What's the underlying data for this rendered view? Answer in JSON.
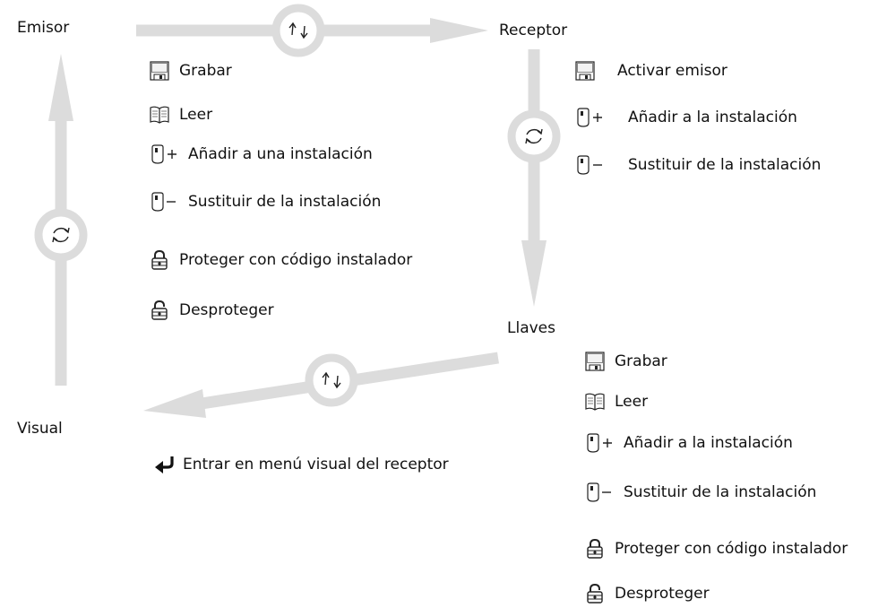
{
  "nodes": {
    "emisor": "Emisor",
    "receptor": "Receptor",
    "llaves": "Llaves",
    "visual": "Visual"
  },
  "emisor_menu": [
    {
      "icon": "floppy-disk-icon",
      "label": "Grabar"
    },
    {
      "icon": "book-icon",
      "label": "Leer"
    },
    {
      "icon": "remote-plus-icon",
      "label": "Añadir a una instalación"
    },
    {
      "icon": "remote-minus-icon",
      "label": "Sustituir de la instalación"
    },
    {
      "icon": "padlock-locked-icon",
      "label": "Proteger con código instalador"
    },
    {
      "icon": "padlock-unlocked-icon",
      "label": "Desproteger"
    }
  ],
  "receptor_menu": [
    {
      "icon": "floppy-disk-icon",
      "label": "Activar emisor"
    },
    {
      "icon": "remote-plus-icon",
      "label": "Añadir a la instalación"
    },
    {
      "icon": "remote-minus-icon",
      "label": "Sustituir de la instalación"
    }
  ],
  "llaves_menu": [
    {
      "icon": "floppy-disk-icon",
      "label": "Grabar"
    },
    {
      "icon": "book-icon",
      "label": "Leer"
    },
    {
      "icon": "remote-plus-icon",
      "label": "Añadir a la instalación"
    },
    {
      "icon": "remote-minus-icon",
      "label": "Sustituir de la instalación"
    },
    {
      "icon": "padlock-locked-icon",
      "label": "Proteger con código instalador"
    },
    {
      "icon": "padlock-unlocked-icon",
      "label": "Desproteger"
    }
  ],
  "visual_menu": [
    {
      "icon": "enter-arrow-icon",
      "label": "Entrar en menú visual del receptor"
    }
  ],
  "colors": {
    "arrow": "#dcdcdc",
    "text": "#111111"
  }
}
